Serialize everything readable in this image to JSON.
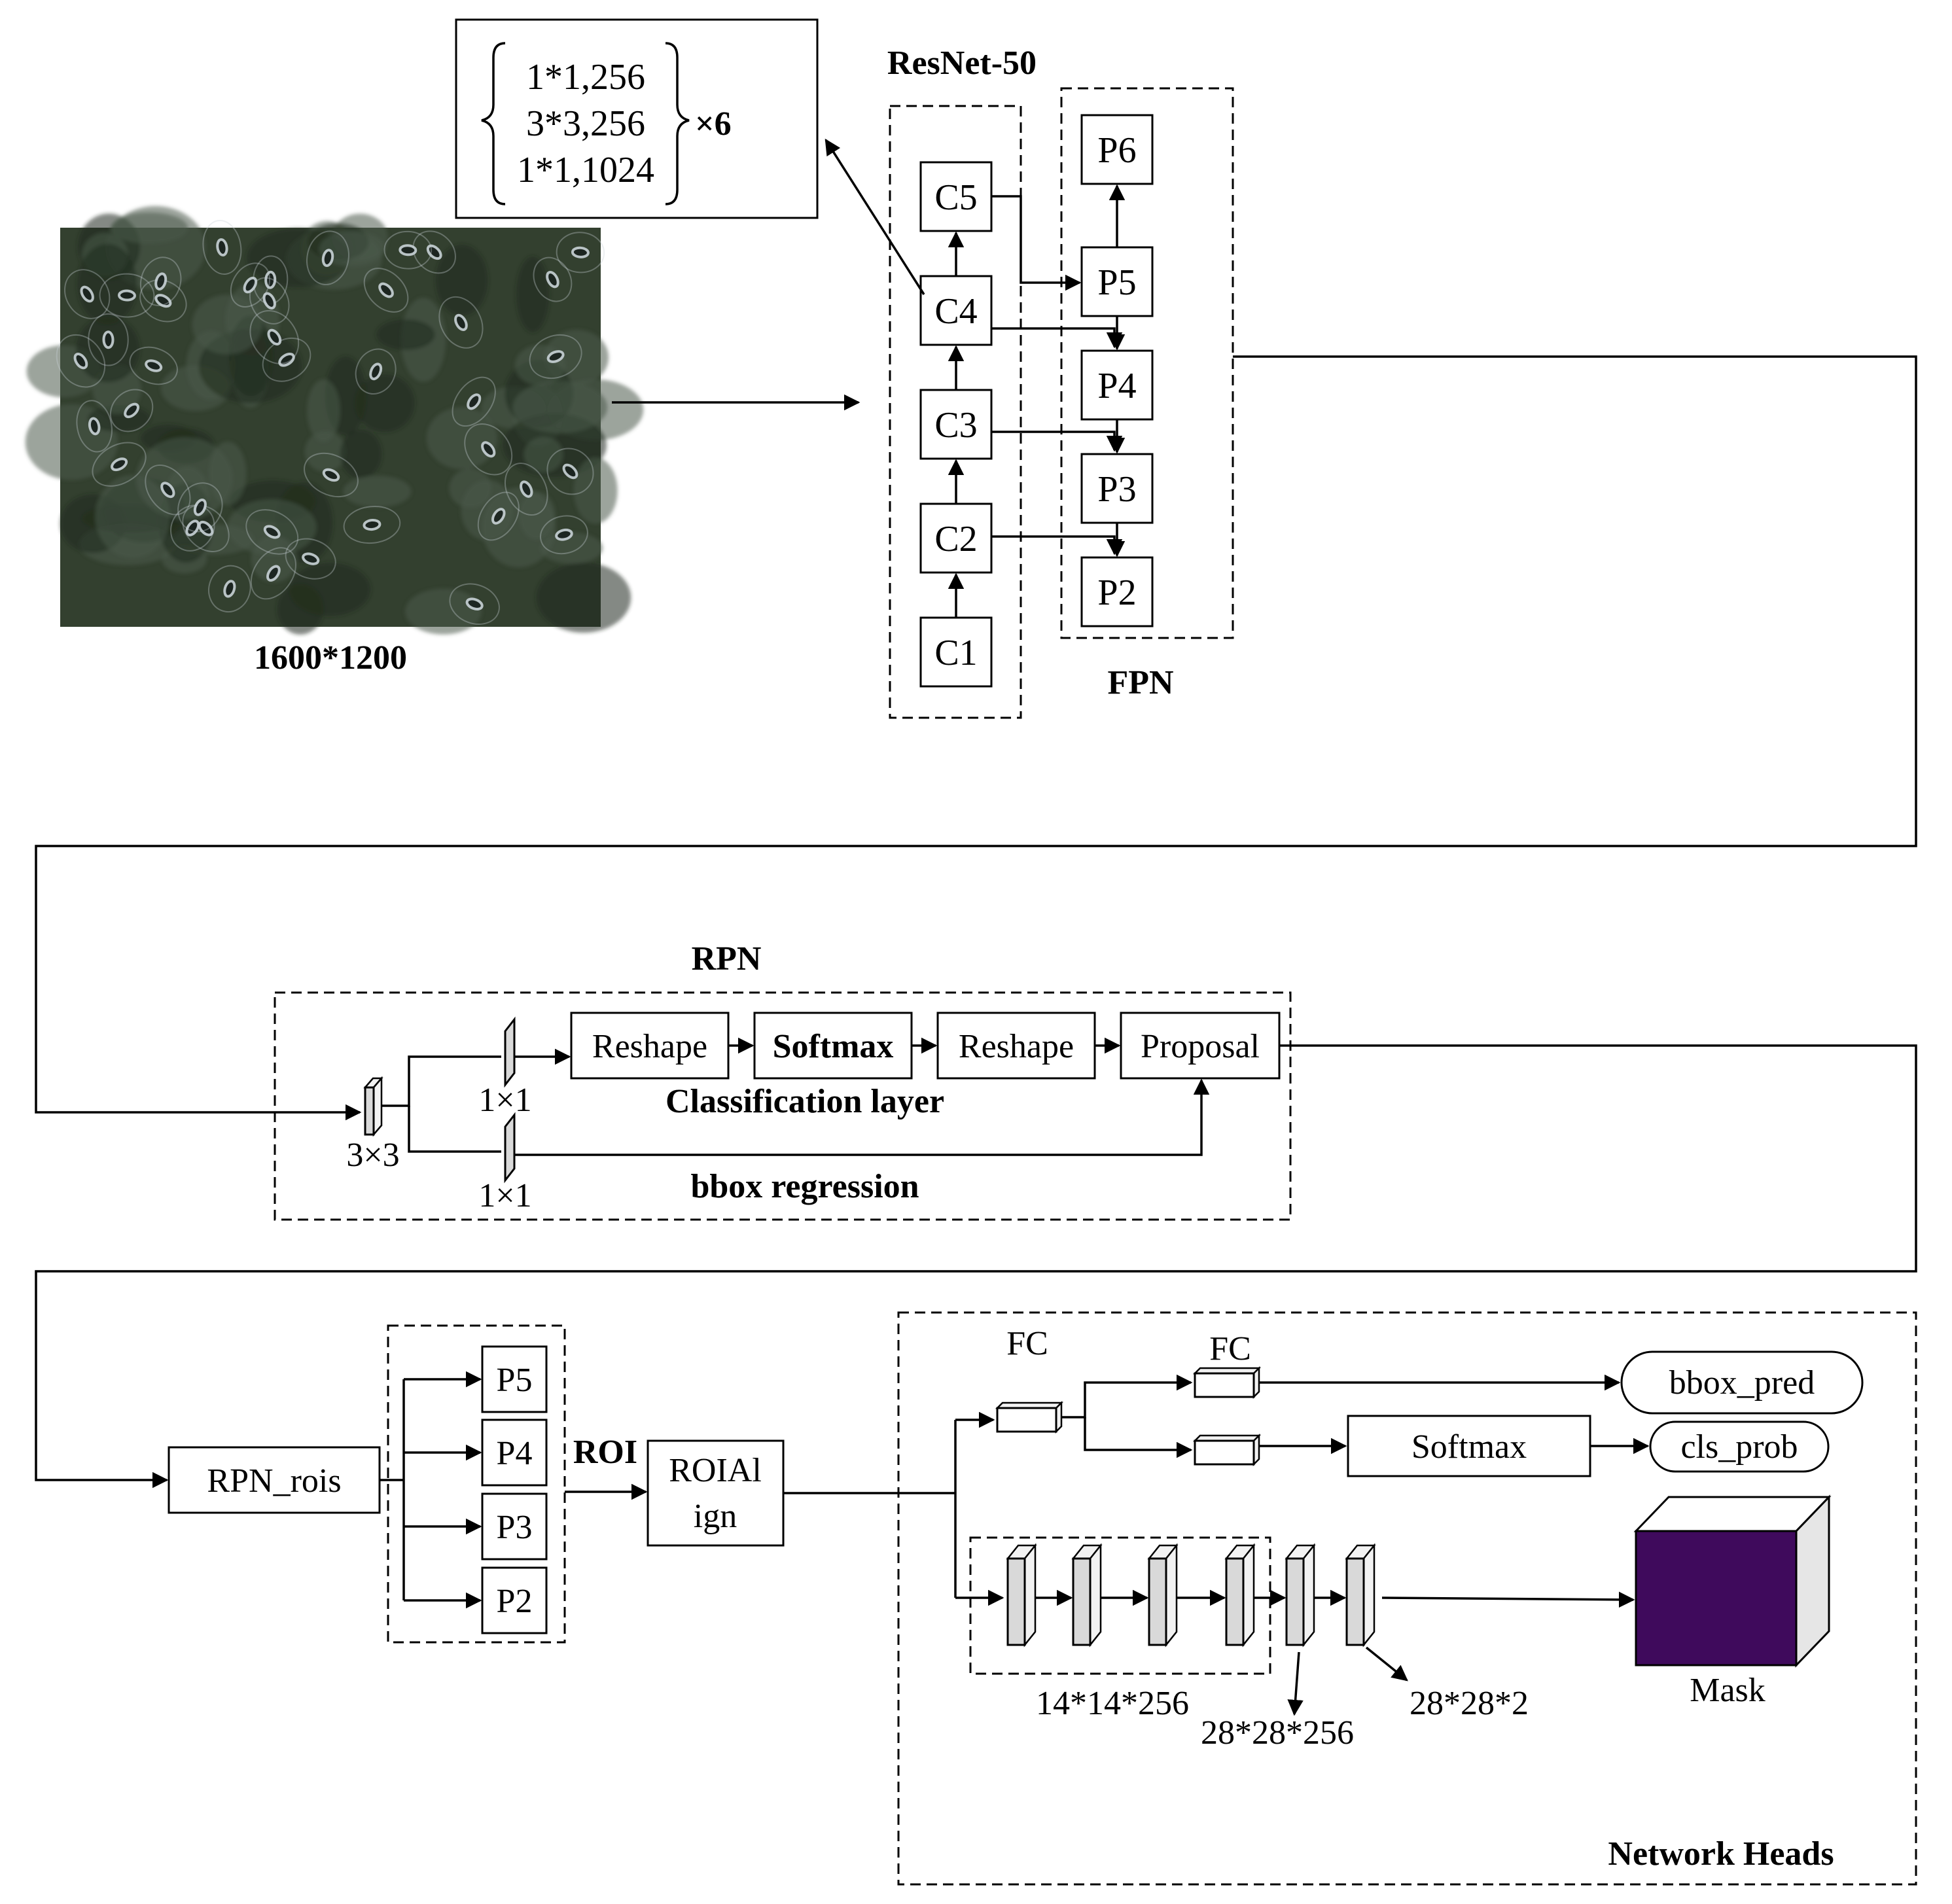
{
  "input": {
    "size_label": "1600*1200",
    "image_colors": {
      "base": "#33402f",
      "dark": "#1f2a1e",
      "cell": "#c8d2d6"
    }
  },
  "block_detail": {
    "rows": [
      "1*1,256",
      "3*3,256",
      "1*1,1024"
    ],
    "repeat": "×6"
  },
  "backbone": {
    "title": "ResNet-50",
    "stages": [
      "C1",
      "C2",
      "C3",
      "C4",
      "C5"
    ]
  },
  "fpn": {
    "title": "FPN",
    "levels": [
      "P6",
      "P5",
      "P4",
      "P3",
      "P2"
    ]
  },
  "rpn": {
    "title": "RPN",
    "conv3": "3×3",
    "conv1_cls": "1×1",
    "conv1_reg": "1×1",
    "steps": [
      "Reshape",
      "Softmax",
      "Reshape",
      "Proposal"
    ],
    "cls_label": "Classification layer",
    "reg_label": "bbox regression"
  },
  "roi": {
    "rpn_rois": "RPN_rois",
    "levels": [
      "P5",
      "P4",
      "P3",
      "P2"
    ],
    "roi_label": "ROI",
    "roialign_line1": "ROIAl",
    "roialign_line2": "ign"
  },
  "heads": {
    "title": "Network Heads",
    "fc1": "FC",
    "fc2": "FC",
    "softmax": "Softmax",
    "bbox_pred": "bbox_pred",
    "cls_prob": "cls_prob",
    "dim1": "14*14*256",
    "dim2": "28*28*256",
    "dim3": "28*28*2",
    "mask": "Mask",
    "mask_color": "#3f0a5c"
  }
}
